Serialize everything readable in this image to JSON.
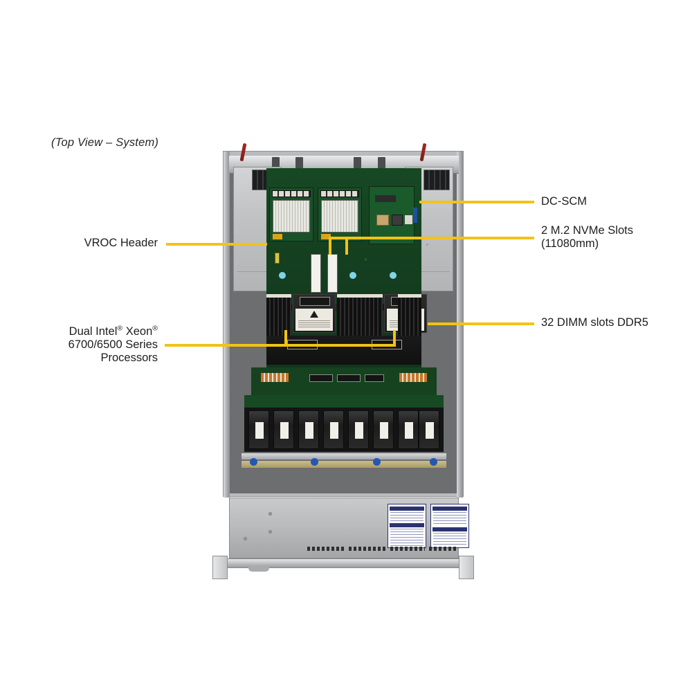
{
  "diagram": {
    "view_title": "(Top View – System)",
    "accent_color": "#F3C216",
    "subject": "rack server chassis top view"
  },
  "callouts": {
    "dc_scm": {
      "label": "DC-SCM",
      "side": "right"
    },
    "m2_slots": {
      "label": "2 M.2 NVMe Slots\n(11080mm)",
      "side": "right"
    },
    "dimm_slots": {
      "label": "32 DIMM slots DDR5",
      "side": "right"
    },
    "vroc_header": {
      "label": "VROC Header",
      "side": "left"
    },
    "processors": {
      "line1_a": "Dual Intel",
      "line1_sup": "®",
      "line1_b": " Xeon",
      "line1_sup2": "®",
      "line2": "6700/6500 Series",
      "line3": "Processors",
      "side": "left"
    }
  },
  "components": {
    "psu_count": 2,
    "riser_count": 2,
    "cpu_count": 2,
    "fan_count": 8,
    "dimm_bank_count": 4,
    "placard_count": 2
  }
}
